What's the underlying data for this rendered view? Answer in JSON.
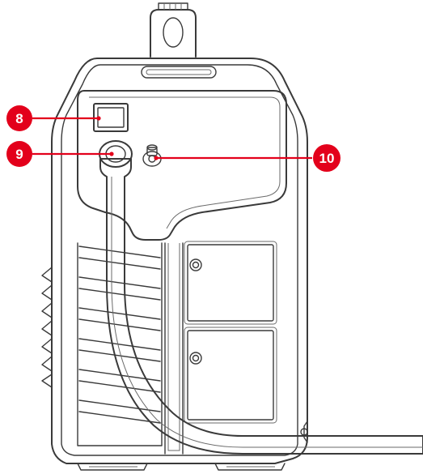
{
  "callouts": [
    {
      "id": "8",
      "label": "8"
    },
    {
      "id": "9",
      "label": "9"
    },
    {
      "id": "10",
      "label": "10"
    }
  ],
  "colors": {
    "callout": "#e3001b",
    "callout_text": "#ffffff",
    "outline": "#3a3a3a",
    "body_fill": "#f4f4f4",
    "panel_fill": "#eeeeee",
    "background": "#ffffff"
  },
  "icons": {
    "power_switch": "power-switch-icon",
    "gas_inlet": "gas-inlet-icon",
    "torch_connector": "torch-connector-icon"
  }
}
